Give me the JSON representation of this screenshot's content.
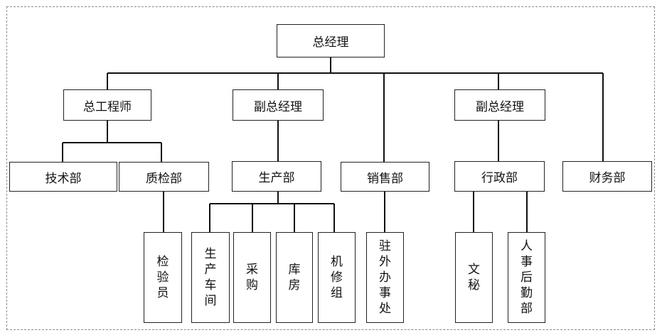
{
  "org": {
    "gm": "总经理",
    "chief_engineer": "总工程师",
    "deputy_gm_1": "副总经理",
    "deputy_gm_2": "副总经理",
    "tech_dept": "技术部",
    "qc_dept": "质检部",
    "production_dept": "生产部",
    "sales_dept": "销售部",
    "admin_dept": "行政部",
    "finance_dept": "财务部",
    "inspection": "检验员",
    "workshop": "生产车间",
    "procurement": "采购",
    "warehouse": "库房",
    "maintenance": "机修组",
    "field_office": "驻外办事处",
    "secretary": "文秘",
    "hr_logistics": "人事后勤部"
  }
}
